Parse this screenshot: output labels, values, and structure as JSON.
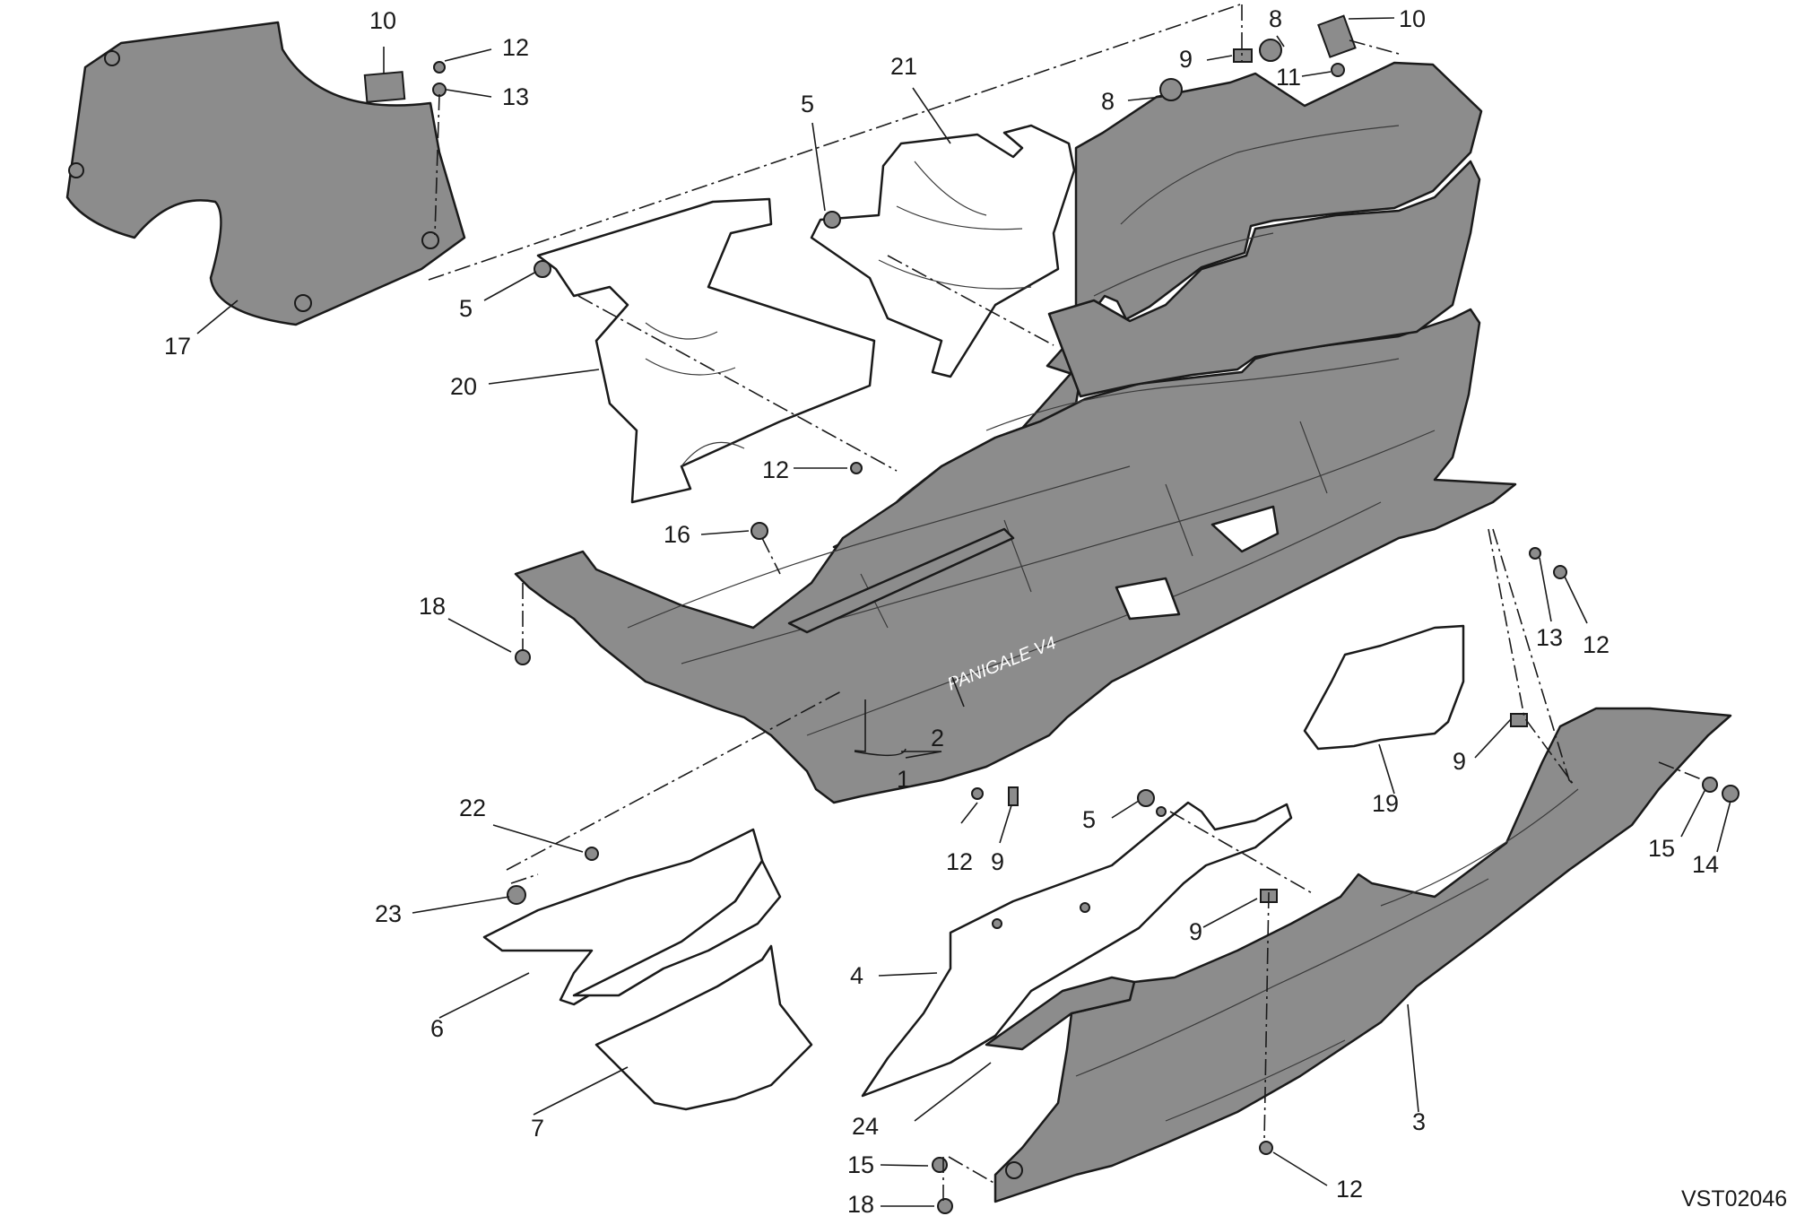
{
  "diagram": {
    "reference_code": "VST02046",
    "brand_marking": "PANIGALE V4",
    "callouts": {
      "c1": "1",
      "c2": "2",
      "c3": "3",
      "c4": "4",
      "c5a": "5",
      "c5b": "5",
      "c5c": "5",
      "c6": "6",
      "c7": "7",
      "c8a": "8",
      "c8b": "8",
      "c9a": "9",
      "c9b": "9",
      "c9c": "9",
      "c9d": "9",
      "c10a": "10",
      "c10b": "10",
      "c11": "11",
      "c12a": "12",
      "c12b": "12",
      "c12c": "12",
      "c12d": "12",
      "c12e": "12",
      "c13a": "13",
      "c13b": "13",
      "c14": "14",
      "c15a": "15",
      "c15b": "15",
      "c16": "16",
      "c17": "17",
      "c18a": "18",
      "c18b": "18",
      "c19": "19",
      "c20": "20",
      "c21": "21",
      "c22": "22",
      "c23": "23",
      "c24": "24"
    }
  }
}
